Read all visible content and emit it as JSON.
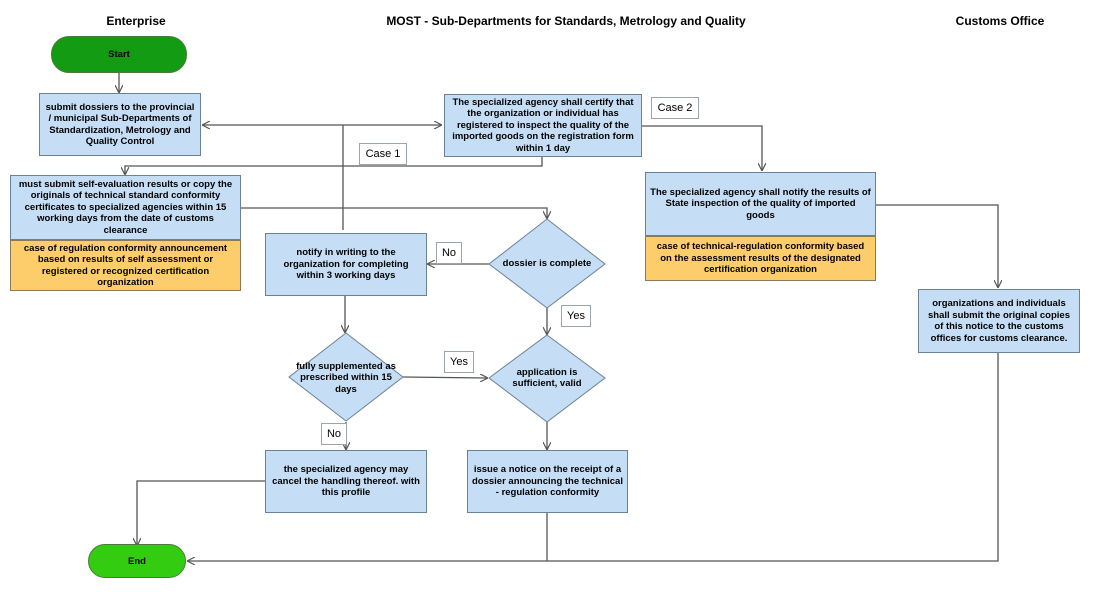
{
  "lanes": {
    "enterprise": "Enterprise",
    "most": "MOST - Sub-Departments for Standards, Metrology and Quality",
    "customs": "Customs Office"
  },
  "nodes": {
    "start": "Start",
    "end": "End",
    "submit_dossiers": "submit dossiers to the provincial / municipal Sub-Departments of Standardization, Metrology and Quality Control",
    "certify": "The specialized agency shall certify that the organization or individual has registered to inspect the quality of the imported goods on the registration form within 1 day",
    "self_evaluation": "must submit self-evaluation results or copy the originals of technical standard conformity certificates to specialized agencies within 15 working days from the date of customs clearance",
    "regulation_conformity": "case of regulation conformity announcement based on results of self assessment or registered or recognized certification organization",
    "notify_writing": "notify in writing to the organization for completing within 3 working days",
    "dossier_complete": "dossier is complete",
    "fully_supplemented": "fully supplemented as prescribed within 15 days",
    "application_sufficient": "application is sufficient, valid",
    "cancel_handling": "the specialized agency may cancel the handling thereof. with this profile",
    "issue_notice": "issue a notice on the receipt of a dossier announcing the technical - regulation conformity",
    "notify_results": "The specialized agency shall notify the results of State inspection of the quality of imported goods",
    "technical_regulation": "case of technical-regulation conformity based on the assessment results of the designated certification organization",
    "submit_original": "organizations and individuals shall submit the original copies of this notice to the customs offices for customs clearance."
  },
  "labels": {
    "case1": "Case 1",
    "case2": "Case 2",
    "no1": "No",
    "yes1": "Yes",
    "yes2": "Yes",
    "no2": "No"
  },
  "colors": {
    "process_fill": "#c5def5",
    "note_fill": "#fdcd6b",
    "start_fill": "#139b13",
    "end_fill": "#33cc11",
    "line": "#555555"
  }
}
